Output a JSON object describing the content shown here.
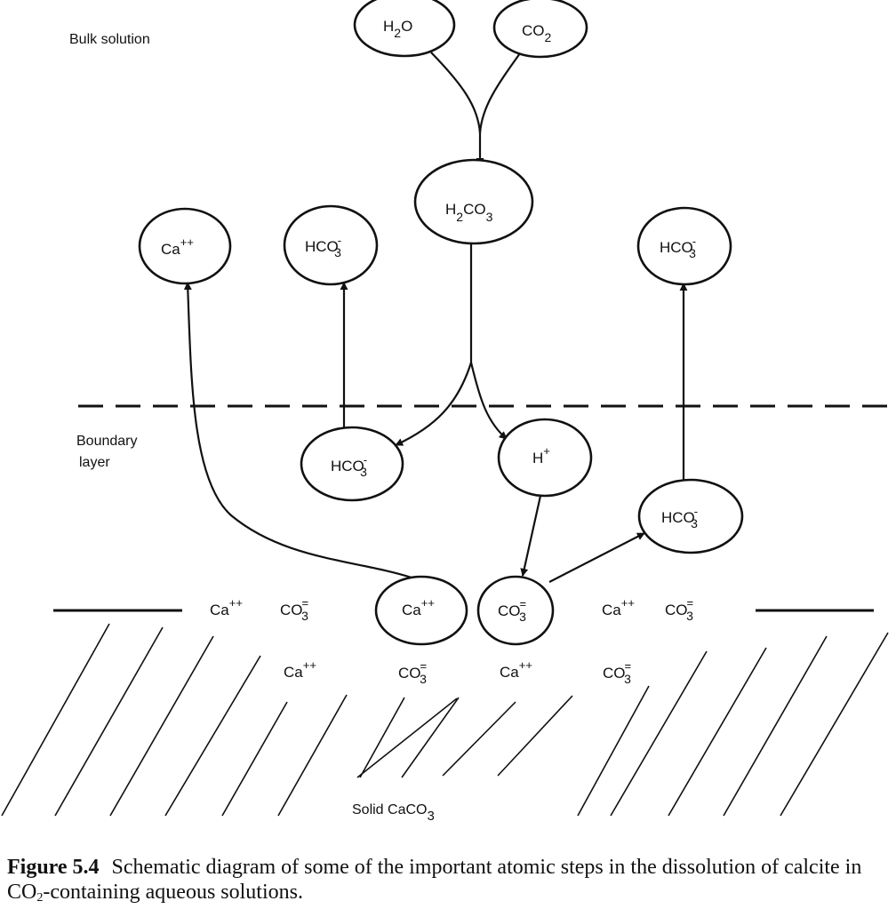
{
  "regions": {
    "bulk": "Bulk solution",
    "boundary_line1": "Boundary",
    "boundary_line2": "layer",
    "solid": {
      "base": "Solid CaCO",
      "sub": "3"
    }
  },
  "nodes": [
    {
      "id": "h2o",
      "base": "H",
      "sub": "2",
      "rest": "O",
      "sup": ""
    },
    {
      "id": "co2",
      "base": "CO",
      "sub": "2",
      "rest": "",
      "sup": ""
    },
    {
      "id": "h2co3",
      "base": "H",
      "sub": "2",
      "rest": "CO",
      "sub2": "3",
      "sup": ""
    },
    {
      "id": "ca-top",
      "base": "Ca",
      "sub": "",
      "rest": "",
      "sup": "++"
    },
    {
      "id": "hco3-top-left",
      "base": "HCO",
      "sub": "3",
      "rest": "",
      "sup": "-"
    },
    {
      "id": "hco3-top-right",
      "base": "HCO",
      "sub": "3",
      "rest": "",
      "sup": "-"
    },
    {
      "id": "hco3-boundary",
      "base": "HCO",
      "sub": "3",
      "rest": "",
      "sup": "-"
    },
    {
      "id": "h-plus",
      "base": "H",
      "sub": "",
      "rest": "",
      "sup": "+"
    },
    {
      "id": "hco3-right",
      "base": "HCO",
      "sub": "3",
      "rest": "",
      "sup": "-"
    },
    {
      "id": "ca-surface",
      "base": "Ca",
      "sub": "",
      "rest": "",
      "sup": "++"
    },
    {
      "id": "co3-surface",
      "base": "CO",
      "sub": "3",
      "rest": "",
      "sup": "="
    }
  ],
  "lattice_ions": [
    {
      "base": "Ca",
      "sub": "",
      "sup": "++"
    },
    {
      "base": "CO",
      "sub": "3",
      "sup": "="
    },
    {
      "base": "Ca",
      "sub": "",
      "sup": "++"
    },
    {
      "base": "CO",
      "sub": "3",
      "sup": "="
    },
    {
      "base": "Ca",
      "sub": "",
      "sup": "++"
    },
    {
      "base": "CO",
      "sub": "3",
      "sup": "="
    },
    {
      "base": "Ca",
      "sub": "",
      "sup": "++"
    },
    {
      "base": "CO",
      "sub": "3",
      "sup": "="
    }
  ],
  "edges": [
    {
      "from": "h2o",
      "to": "h2co3"
    },
    {
      "from": "co2",
      "to": "h2co3"
    },
    {
      "from": "h2co3",
      "to": "hco3-boundary"
    },
    {
      "from": "h2co3",
      "to": "h-plus"
    },
    {
      "from": "hco3-boundary",
      "to": "hco3-top-left"
    },
    {
      "from": "ca-surface",
      "to": "ca-top"
    },
    {
      "from": "h-plus",
      "to": "co3-surface"
    },
    {
      "from": "co3-surface",
      "to": "hco3-right"
    },
    {
      "from": "hco3-right",
      "to": "hco3-top-right"
    }
  ],
  "caption": {
    "number": "Figure 5.4",
    "text_part1": "Schematic diagram of some of the important atomic steps in the dissolution of calcite in CO",
    "text_sub": "2",
    "text_part2": "-containing aqueous solutions."
  }
}
